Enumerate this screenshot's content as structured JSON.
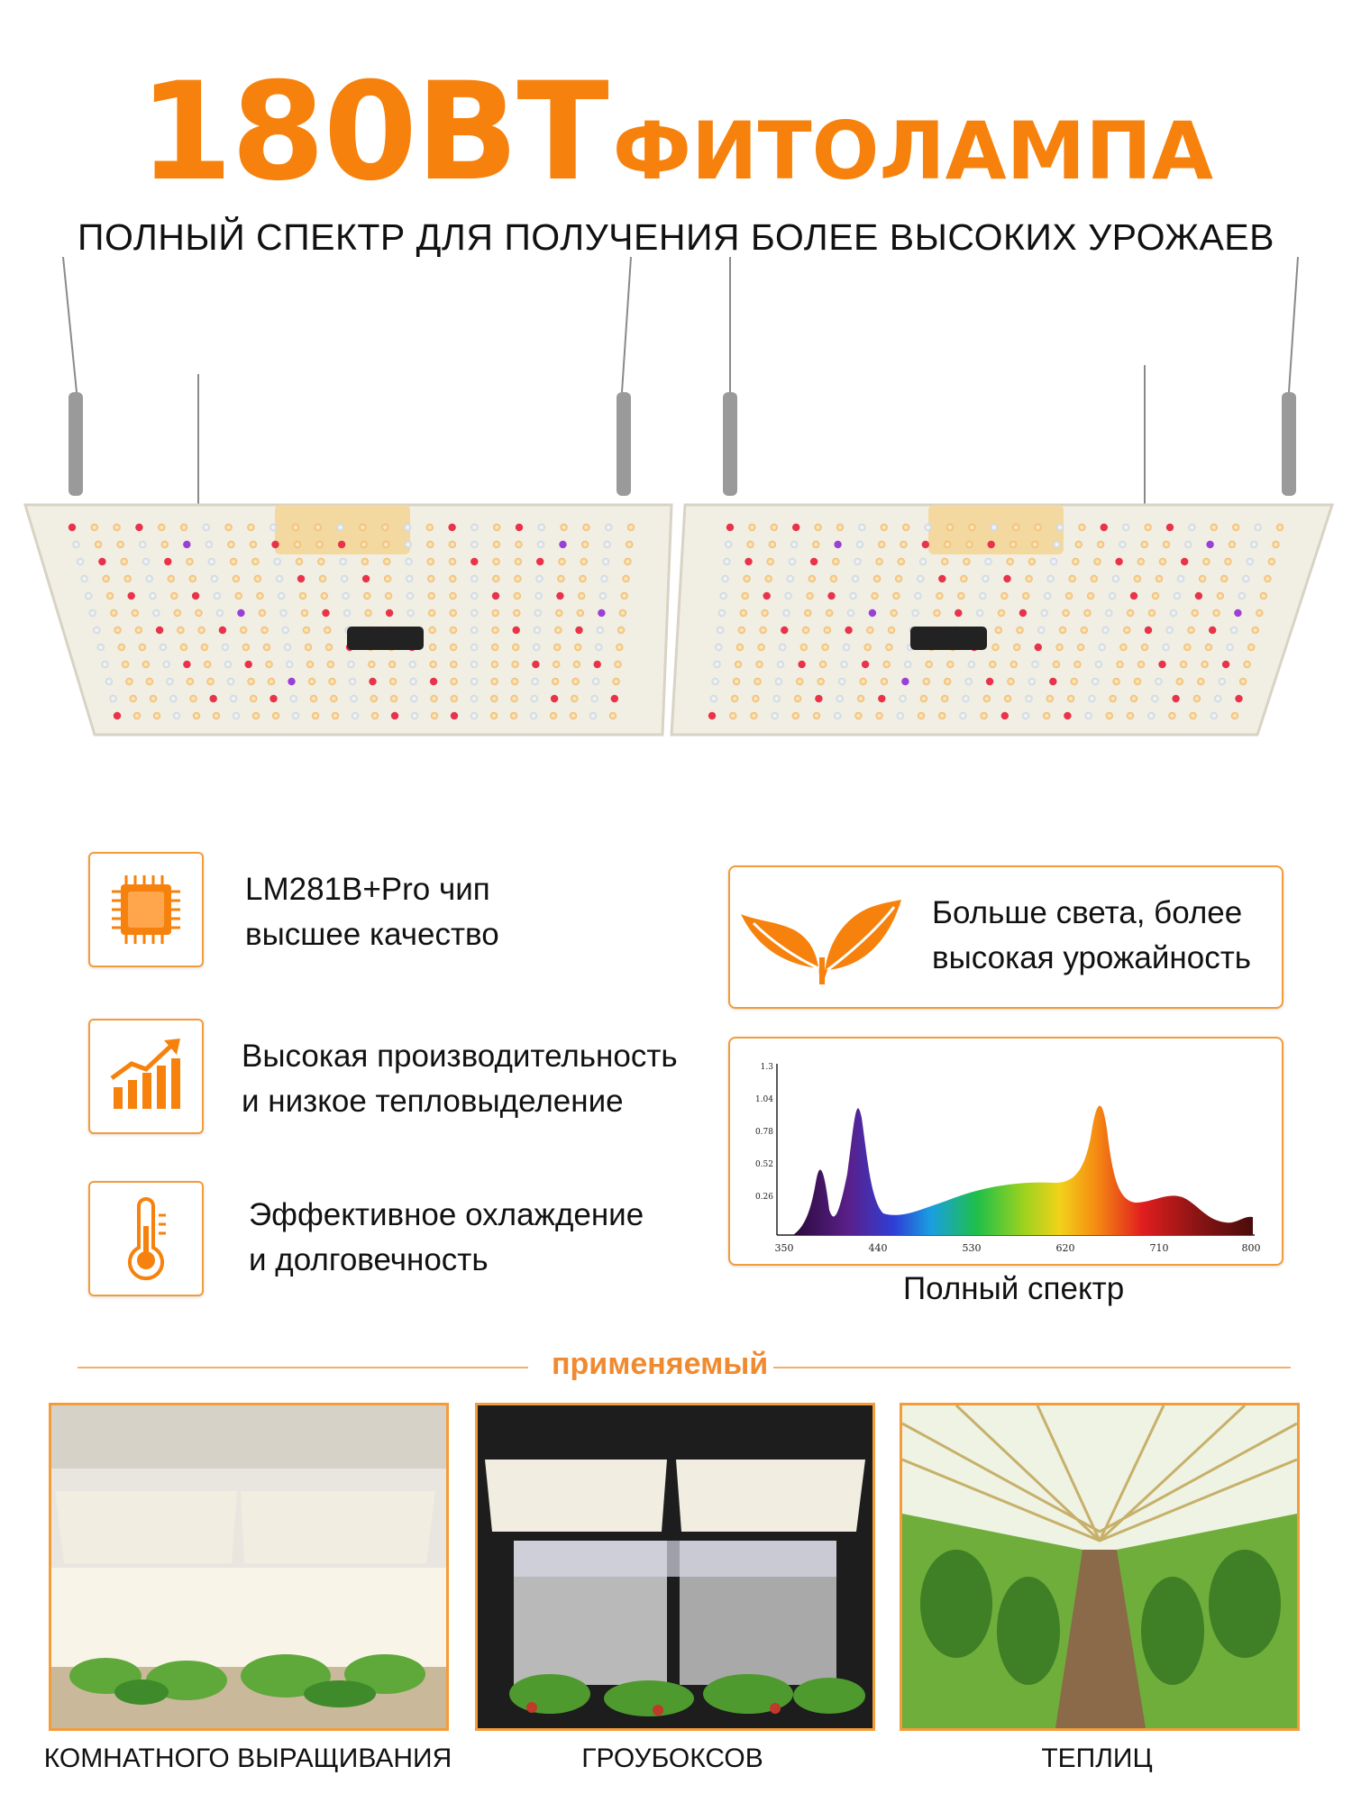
{
  "header": {
    "title_big": "180ВТ",
    "title_small": "ФИТОЛАМПА",
    "subtitle": "ПОЛНЫЙ СПЕКТР ДЛЯ ПОЛУЧЕНИЯ БОЛЕЕ ВЫСОКИХ УРОЖАЕВ"
  },
  "features": [
    {
      "icon": "chip-icon",
      "line1": "LM281B+Pro чип",
      "line2": "высшее качество"
    },
    {
      "icon": "growth-chart-icon",
      "line1": "Высокая производительность",
      "line2": "и низкое тепловыделение"
    },
    {
      "icon": "thermometer-icon",
      "line1": "Эффективное охлаждение",
      "line2": "и долговечность"
    }
  ],
  "highlight": {
    "icon": "leaf-icon",
    "line1": "Больше света, более",
    "line2": "высокая урожайность"
  },
  "spectrum": {
    "caption": "Полный спектр",
    "x_ticks": [
      "350",
      "440",
      "530",
      "620",
      "710",
      "800"
    ],
    "y_ticks": [
      "1.3",
      "1.04",
      "0.78",
      "0.52",
      "0.26"
    ]
  },
  "applications": {
    "heading": "применяемый",
    "items": [
      {
        "label": "КОМНАТНОГО ВЫРАЩИВАНИЯ"
      },
      {
        "label": "ГРОУБОКСОВ"
      },
      {
        "label": "ТЕПЛИЦ"
      }
    ]
  },
  "colors": {
    "accent": "#f6820d",
    "border": "#f39c3a"
  }
}
